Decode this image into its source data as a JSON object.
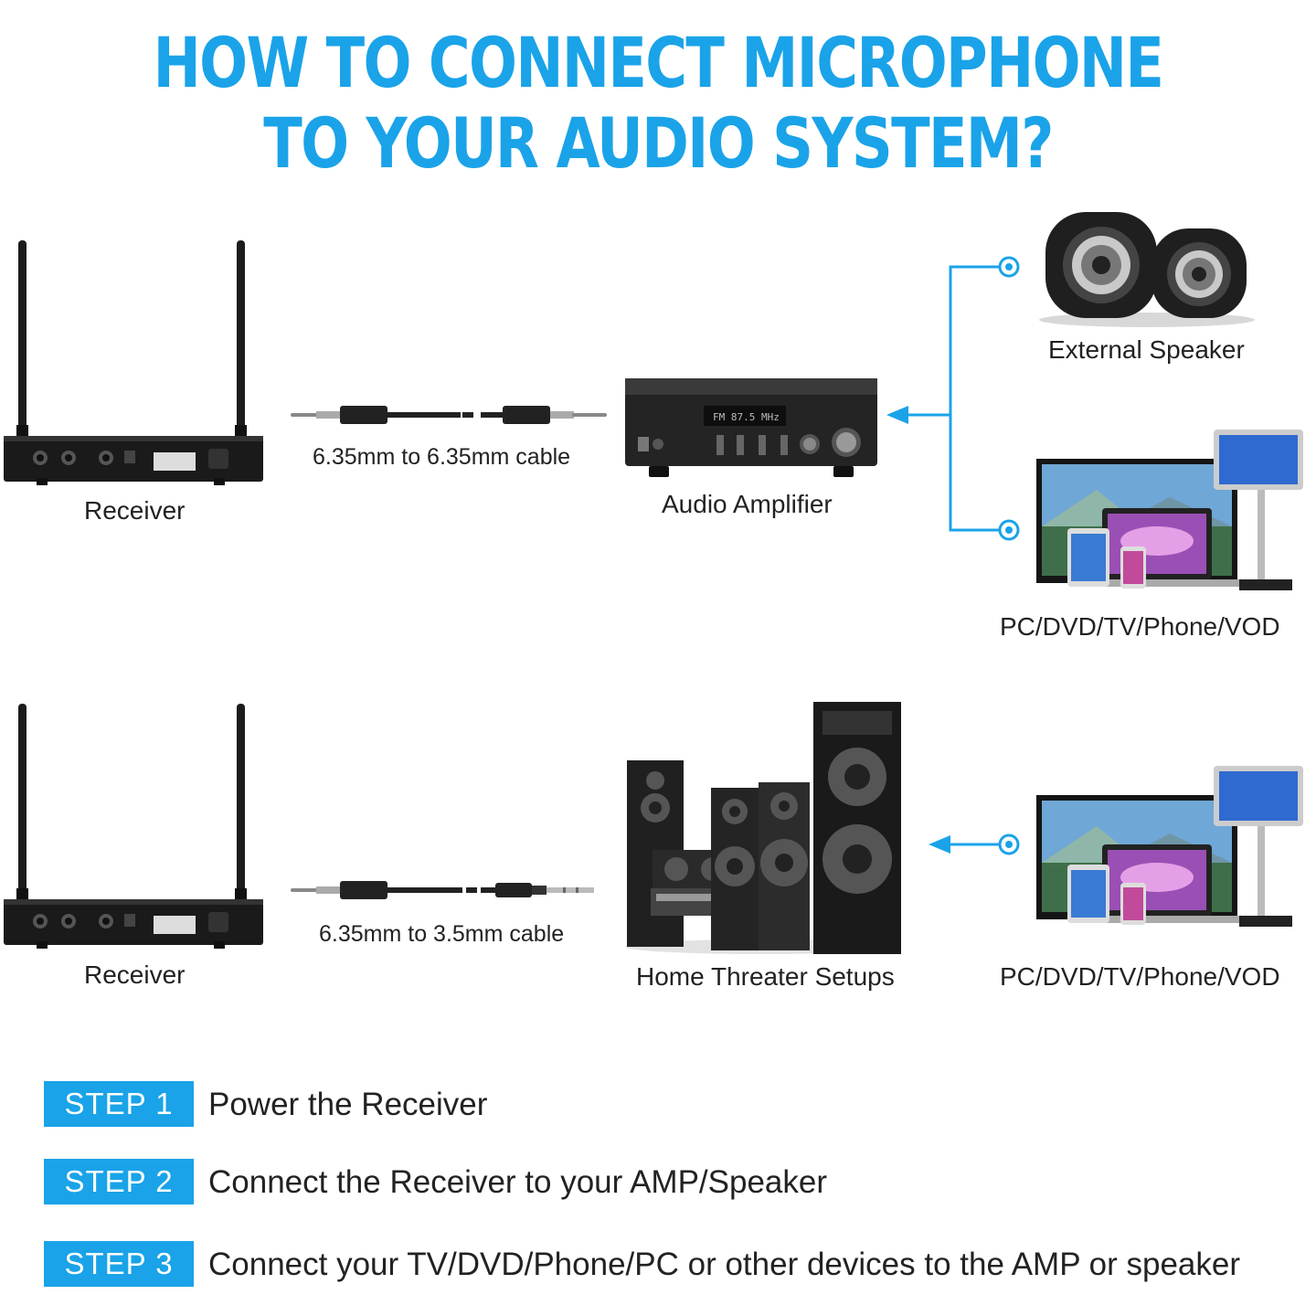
{
  "title": {
    "line1": "HOW TO CONNECT MICROPHONE",
    "line2": "TO YOUR AUDIO SYSTEM?"
  },
  "setup1": {
    "receiver_label": "Receiver",
    "cable_label": "6.35mm to 6.35mm cable",
    "amplifier_label": "Audio Amplifier",
    "speaker_label": "External Speaker",
    "sources_label": "PC/DVD/TV/Phone/VOD",
    "amp_display": "FM 87.5 MHz"
  },
  "setup2": {
    "receiver_label": "Receiver",
    "cable_label": "6.35mm to 3.5mm cable",
    "home_theater_label": "Home Threater Setups",
    "sources_label": "PC/DVD/TV/Phone/VOD"
  },
  "steps": [
    {
      "badge": "STEP 1",
      "text": "Power the Receiver"
    },
    {
      "badge": "STEP 2",
      "text": "Connect the Receiver to your AMP/Speaker"
    },
    {
      "badge": "STEP 3",
      "text": "Connect your TV/DVD/Phone/PC or other devices to the AMP or speaker"
    }
  ],
  "colors": {
    "accent": "#1aa3e8",
    "device_dark": "#1e1e1e"
  }
}
